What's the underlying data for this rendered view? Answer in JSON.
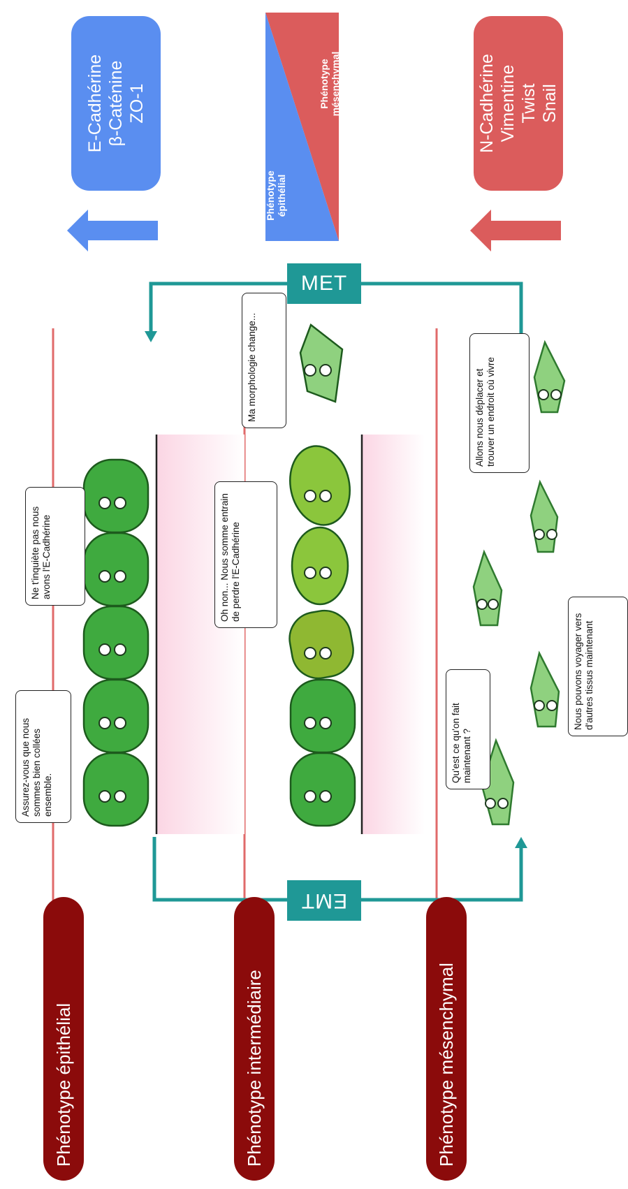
{
  "phases": {
    "epithelial": "Phénotype épithélial",
    "intermediate": "Phénotype intermédiaire",
    "mesenchymal": "Phénotype mésenchymal"
  },
  "markers": {
    "epithelial": "E-Cadhérine\nβ-Caténine\nZO-1",
    "mesenchymal": "N-Cadhérine\nVimentine\nTwist\nSnail"
  },
  "gradient": {
    "epithelial_label": "Phénotype\népithélial",
    "mesenchymal_label": "Phénotype\nmésenchymal"
  },
  "transitions": {
    "emt": "EMT",
    "met": "MET"
  },
  "bubbles": {
    "stick_together": "Assurez-vous que nous sommes bien collées ensemble.",
    "dont_worry": "Ne t'inquiète pas nous avons l'E-Cadhérine",
    "losing": "Oh non... Nous somme entrain de perdre l'E-Cadhérine",
    "morphology": "Ma morphologie change...",
    "what_now": "Qu'est ce qu'on fait maintenant ?",
    "travel": "Nous pouvons voyager vers d'autres tissus maintenant",
    "move": "Allons nous déplacer et trouver un endroit où vivre"
  },
  "colors": {
    "phase_bg": "#8b0b0b",
    "epithelial_marker": "#5a8ef0",
    "mesenchymal_marker": "#db5c5c",
    "transition": "#1f9896",
    "cell_epithelial": "#3faa3f",
    "cell_intermediate": "#8bc63c",
    "cell_mesenchymal": "#8fd17f"
  }
}
